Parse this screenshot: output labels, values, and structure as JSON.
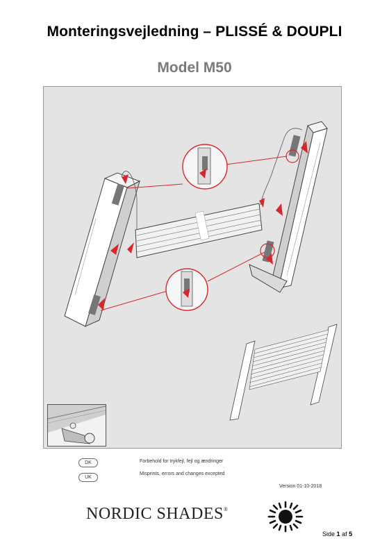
{
  "header": {
    "title": "Monteringsvejledning – PLISSÉ & DOUPLI",
    "subtitle": "Model M50"
  },
  "notes": [
    {
      "lang": "DK",
      "text": "Forbehold for trykfejl, fejl og ændringer"
    },
    {
      "lang": "UK",
      "text": "Misprints, errors and changes excepted"
    }
  ],
  "version": "Version 01-10-2018",
  "brand": {
    "name": "NORDIC SHADES",
    "mark": "®"
  },
  "page": {
    "label": "Side",
    "current": "1",
    "of": "af",
    "total": "5"
  },
  "colors": {
    "accent_red": "#d9262b",
    "figure_bg": "#e4e4e4"
  },
  "icons": [
    "sun-logo-icon"
  ]
}
